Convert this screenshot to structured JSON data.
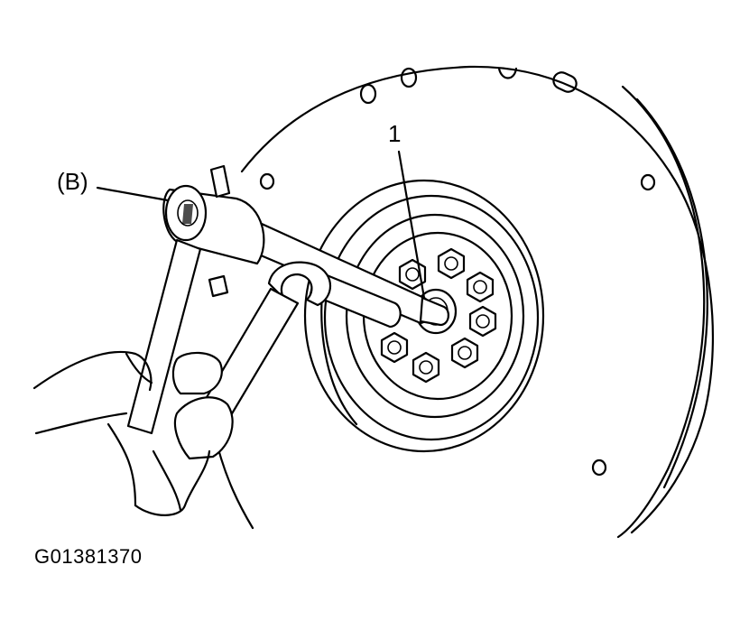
{
  "labels": {
    "tool_callout": "(B)",
    "part_callout": "1"
  },
  "figure_code": "G01381370",
  "colors": {
    "ink": "#000000",
    "paper": "#ffffff"
  }
}
